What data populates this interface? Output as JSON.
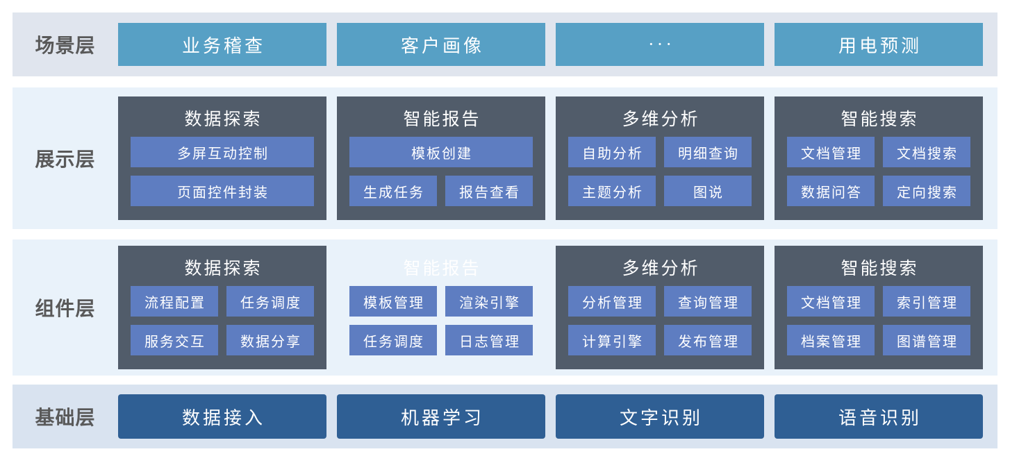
{
  "colors": {
    "scene-box": "#57a0c5",
    "group-bg": "#515c6a",
    "item-bg": "#5e7dc1",
    "base-box": "#2f5f94",
    "row-scene-bg": "#e0e5ee",
    "row-light-bg": "#e9f2fa",
    "row-base-bg": "#d9e3f0",
    "label-text": "#595959",
    "box-text": "#ffffff"
  },
  "scene_layer": {
    "label": "场景层",
    "items": [
      "业务稽查",
      "客户画像",
      "···",
      "用电预测"
    ]
  },
  "display_layer": {
    "label": "展示层",
    "groups": [
      {
        "title": "数据探索",
        "items": [
          "多屏互动控制",
          "页面控件封装"
        ]
      },
      {
        "title": "智能报告",
        "items": [
          "模板创建",
          "生成任务",
          "报告查看"
        ]
      },
      {
        "title": "多维分析",
        "items": [
          "自助分析",
          "明细查询",
          "主题分析",
          "图说"
        ]
      },
      {
        "title": "智能搜索",
        "items": [
          "文档管理",
          "文档搜索",
          "数据问答",
          "定向搜索"
        ]
      }
    ]
  },
  "component_layer": {
    "label": "组件层",
    "groups": [
      {
        "title": "数据探索",
        "items": [
          "流程配置",
          "任务调度",
          "服务交互",
          "数据分享"
        ]
      },
      {
        "title": "智能报告",
        "no_background": true,
        "items": [
          "模板管理",
          "渲染引擎",
          "任务调度",
          "日志管理"
        ]
      },
      {
        "title": "多维分析",
        "items": [
          "分析管理",
          "查询管理",
          "计算引擎",
          "发布管理"
        ]
      },
      {
        "title": "智能搜索",
        "items": [
          "文档管理",
          "索引管理",
          "档案管理",
          "图谱管理"
        ]
      }
    ]
  },
  "base_layer": {
    "label": "基础层",
    "items": [
      "数据接入",
      "机器学习",
      "文字识别",
      "语音识别"
    ]
  }
}
